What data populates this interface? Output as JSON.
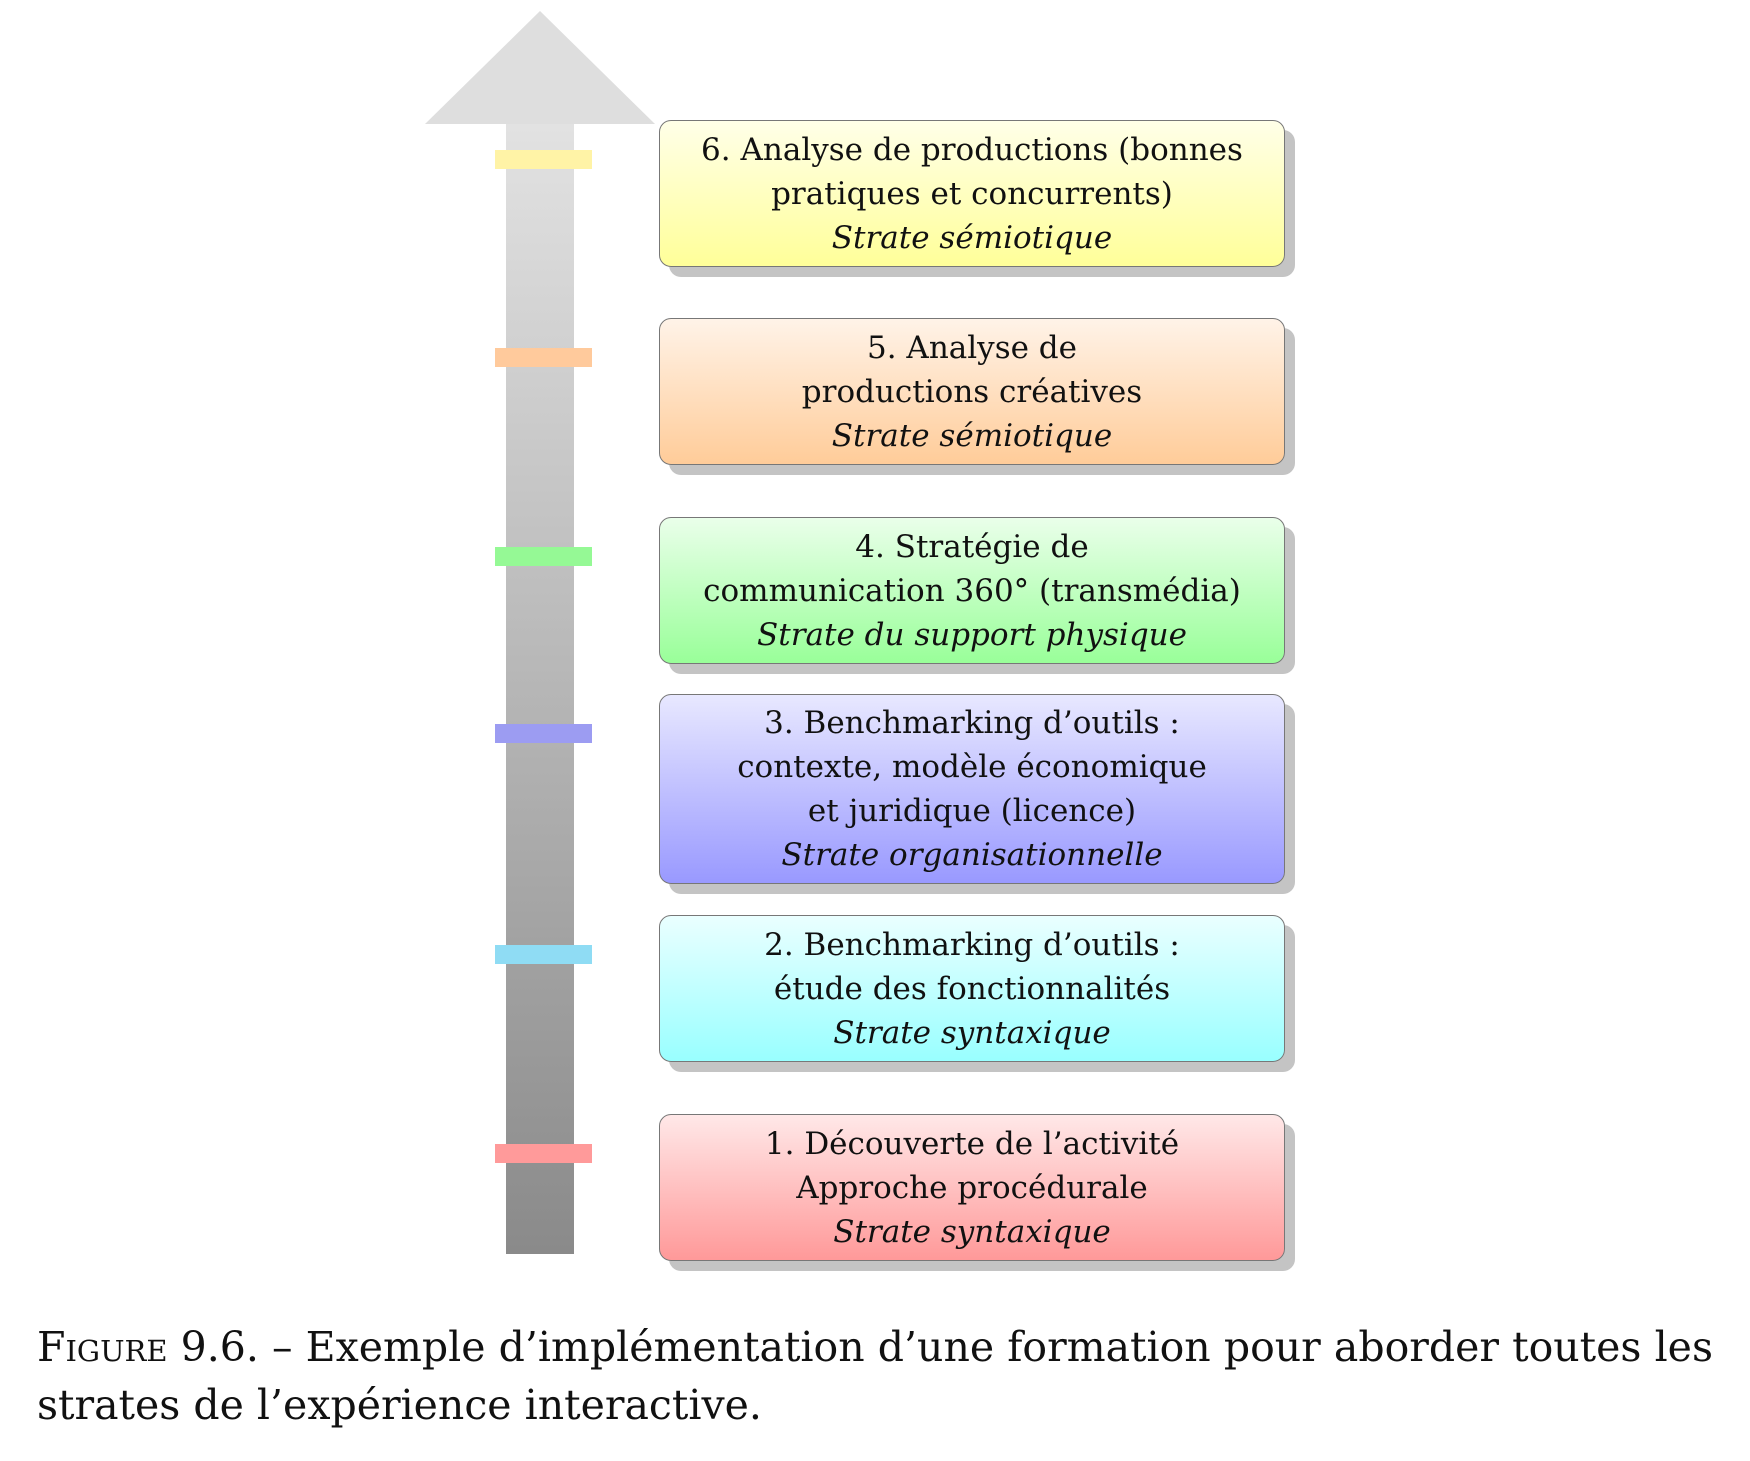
{
  "stages": [
    {
      "lines": [
        "6. Analyse de productions (bonnes",
        "pratiques et concurrents)"
      ],
      "strata": "Strate sémiotique",
      "color": "#ffff99",
      "color_top": "#ffffe8",
      "marker": "#fff3a6"
    },
    {
      "lines": [
        "5. Analyse de",
        "productions créatives"
      ],
      "strata": "Strate sémiotique",
      "color": "#ffcc99",
      "color_top": "#fff3e8",
      "marker": "#ffca9c"
    },
    {
      "lines": [
        "4. Stratégie de",
        "communication 360° (transmédia)"
      ],
      "strata": "Strate du support physique",
      "color": "#99ff99",
      "color_top": "#eaffea",
      "marker": "#95f995"
    },
    {
      "lines": [
        "3. Benchmarking d’outils :",
        "contexte, modèle économique",
        "et juridique (licence)"
      ],
      "strata": "Strate organisationnelle",
      "color": "#9999ff",
      "color_top": "#e8e8ff",
      "marker": "#9c9cf2"
    },
    {
      "lines": [
        "2. Benchmarking d’outils :",
        "étude des fonctionnalités"
      ],
      "strata": "Strate syntaxique",
      "color": "#99ffff",
      "color_top": "#eaffff",
      "marker": "#8fdcf4"
    },
    {
      "lines": [
        "1. Découverte de l’activité",
        "Approche procédurale"
      ],
      "strata": "Strate syntaxique",
      "color": "#ff9999",
      "color_top": "#ffe8e8",
      "marker": "#ff9a9a"
    }
  ],
  "caption": {
    "label": "Figure 9.6.",
    "text": "– Exemple d’implémentation d’une formation pour aborder toutes les strates de l’expérience interactive."
  }
}
